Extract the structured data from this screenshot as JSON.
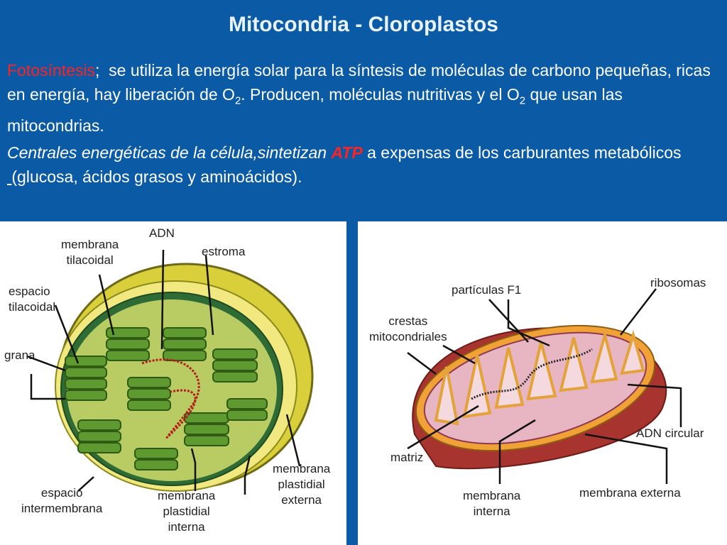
{
  "slide": {
    "title": "Mitocondria - Cloroplastos",
    "p1_word": "Fotosíntesis",
    "p1_sep": ";",
    "p1_text_a": "  se utiliza la energía solar para la síntesis de moléculas de carbono pequeñas, ricas en energía, hay liberación de O",
    "p1_sub_a": "2",
    "p1_text_b": ". Producen, moléculas nutritivas y el O",
    "p1_sub_b": "2",
    "p1_text_c": " que usan las mitocondrias.",
    "p2_italic": "Centrales energéticas de la célula,sintetizan ",
    "p2_atp": "ATP",
    "p2_text_a": " a expensas de los carburantes metabólicos",
    "p2_underlined": " ",
    "p2_text_b": "(glucosa, ácidos grasos y aminoácidos)."
  },
  "chloroplast": {
    "labels": {
      "adn": "ADN",
      "membrana_tilacoidal": "membrana\ntilacoidal",
      "estroma": "estroma",
      "espacio_tilacoidal": "espacio\ntilacoidal",
      "grana": "grana",
      "espacio_intermembrana": "espacio\nintermembrana",
      "membrana_plastidial_interna": "membrana\nplastidial\ninterna",
      "membrana_plastidial_externa": "membrana\nplastidial\nexterna"
    }
  },
  "mitochondrion": {
    "labels": {
      "particulas_f1": "partículas F1",
      "ribosomas": "ribosomas",
      "crestas": "crestas\nmitocondriales",
      "adn_circular": "ADN circular",
      "matriz": "matriz",
      "membrana_interna": "membrana\ninterna",
      "membrana_externa": "membrana externa"
    }
  },
  "colors": {
    "background": "#0b5aa6",
    "accent": "#ff2222"
  }
}
